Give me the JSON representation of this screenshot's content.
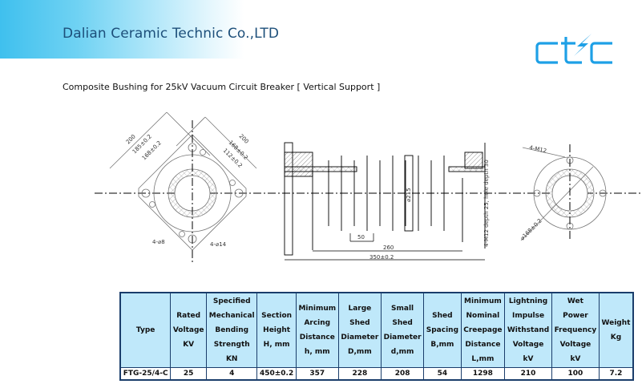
{
  "header": {
    "company": "Dalian Ceramic Technic Co.,LTD",
    "logo": "ctc-logo",
    "brand_color": "#1ea0e6"
  },
  "subtitle": "Composite Bushing for 25kV Vacuum Circuit Breaker [ Vertical Support ]",
  "drawing": {
    "left_view": {
      "dims": [
        "200",
        "185±0.2",
        "168±0.2",
        "200",
        "168±0.2",
        "112±0.2"
      ],
      "holes": [
        "4-⌀8",
        "4-⌀14"
      ]
    },
    "side_view": {
      "dims": [
        "⌀215",
        "50",
        "260",
        "350±0.2"
      ],
      "note": "4-M12 depth 25, hole depth 30"
    },
    "right_view": {
      "thread": "4-M12",
      "pcd": "⌀168±0.2"
    }
  },
  "table": {
    "headers": [
      [
        "Type"
      ],
      [
        "Rated",
        "Voltage",
        "KV"
      ],
      [
        "Specified",
        "Mechanical",
        "Bending",
        "Strength",
        "KN"
      ],
      [
        "Section",
        "Height",
        "H, mm"
      ],
      [
        "Minimum",
        "Arcing",
        "Distance",
        "h, mm"
      ],
      [
        "Large",
        "Shed",
        "Diameter",
        "D,mm"
      ],
      [
        "Small",
        "Shed",
        "Diameter",
        "d,mm"
      ],
      [
        "Shed",
        "Spacing",
        "B,mm"
      ],
      [
        "Minimum",
        "Nominal",
        "Creepage",
        "Distance",
        "L,mm"
      ],
      [
        "Lightning",
        "Impulse",
        "Withstand",
        "Voltage",
        "kV"
      ],
      [
        "Wet",
        "Power",
        "Frequency",
        "Voltage",
        "kV"
      ],
      [
        "Weight",
        "Kg"
      ]
    ],
    "rows": [
      [
        "FTG-25/4-C",
        "25",
        "4",
        "450±0.2",
        "357",
        "228",
        "208",
        "54",
        "1298",
        "210",
        "100",
        "7.2"
      ]
    ]
  }
}
